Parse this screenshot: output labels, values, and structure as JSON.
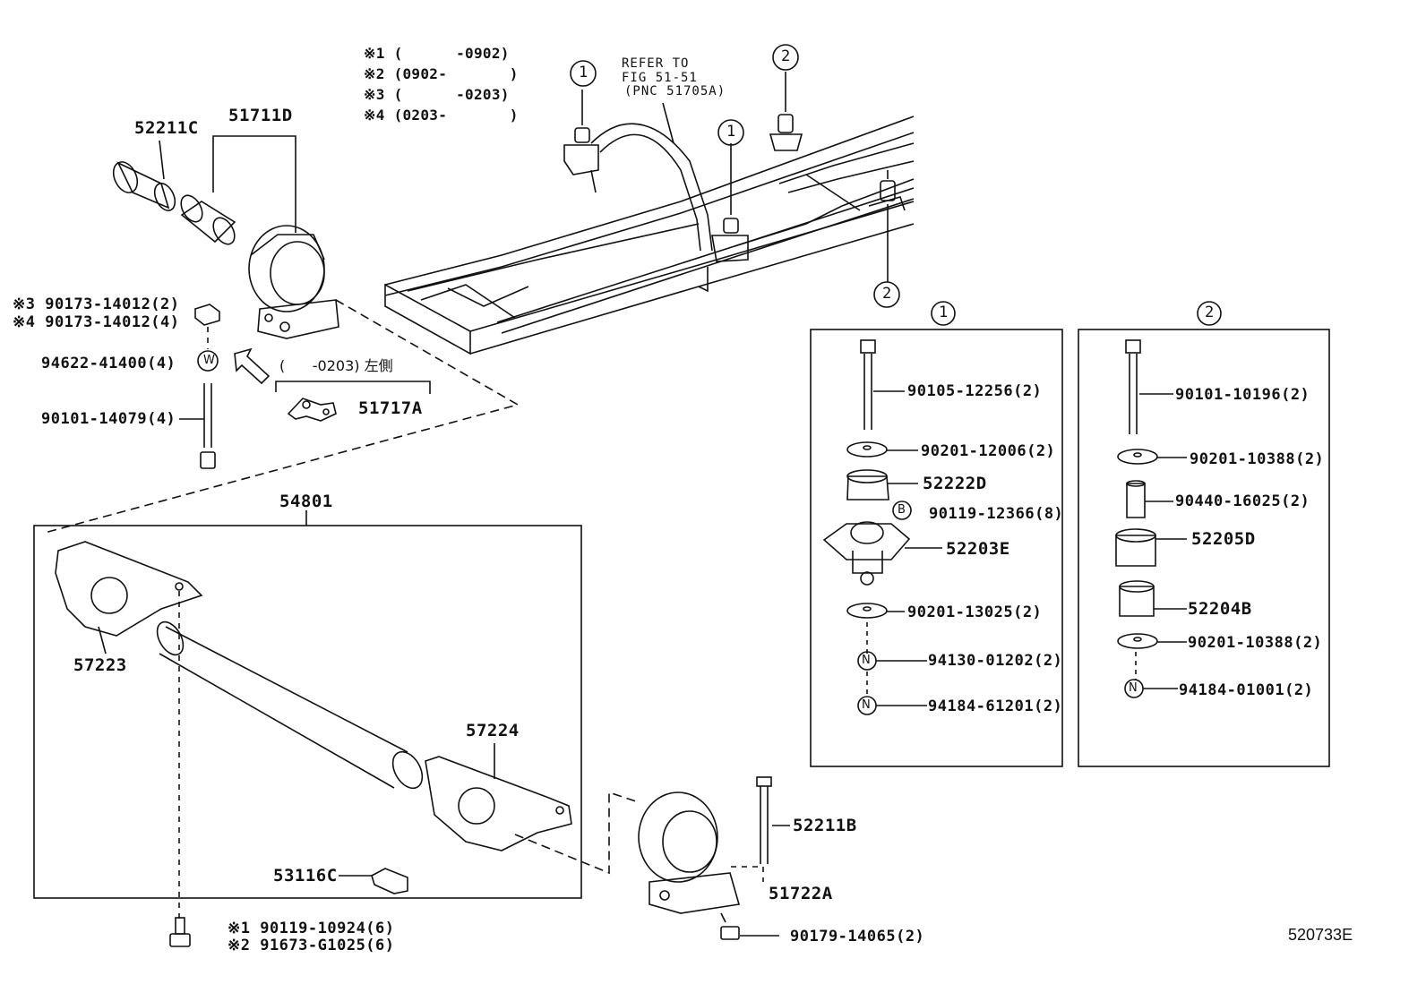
{
  "range_notes": {
    "n1": "※1 (      -0902)",
    "n2": "※2 (0902-       )",
    "n3": "※3 (      -0203)",
    "n4": "※4 (0203-       )"
  },
  "refer_to": {
    "line1": "REFER TO",
    "line2": "FIG 51-51",
    "line3": "(PNC 51705A)"
  },
  "callouts": {
    "c1": "1",
    "c2": "2"
  },
  "parts_top": {
    "p52211c": "52211C",
    "p51711d": "51711D",
    "p90173_2": "※3 90173-14012(2)",
    "p90173_4": "※4 90173-14012(4)",
    "p94622": "94622-41400(4)",
    "p90101_14079": "90101-14079(4)",
    "left_note": "(      -0203) 左側",
    "p51717a": "51717A"
  },
  "assembly": {
    "p54801": "54801",
    "p57223": "57223",
    "p57224": "57224",
    "p53116c": "53116C",
    "bolt1": "※1 90119-10924(6)",
    "bolt2": "※2 91673-G1025(6)"
  },
  "parts_bottom": {
    "p52211b": "52211B",
    "p51722a": "51722A",
    "p90179": "90179-14065(2)"
  },
  "box1": {
    "title": "1",
    "items": [
      "90105-12256(2)",
      "90201-12006(2)",
      "52222D",
      "90119-12366(8)",
      "52203E",
      "90201-13025(2)",
      "94130-01202(2)",
      "94184-61201(2)"
    ],
    "b_mark": "B",
    "n_mark": "N"
  },
  "box2": {
    "title": "2",
    "items": [
      "90101-10196(2)",
      "90201-10388(2)",
      "90440-16025(2)",
      "52205D",
      "52204B",
      "90201-10388(2)",
      "94184-01001(2)"
    ],
    "n_mark": "N"
  },
  "w_mark": "W",
  "figure_code": "520733E"
}
